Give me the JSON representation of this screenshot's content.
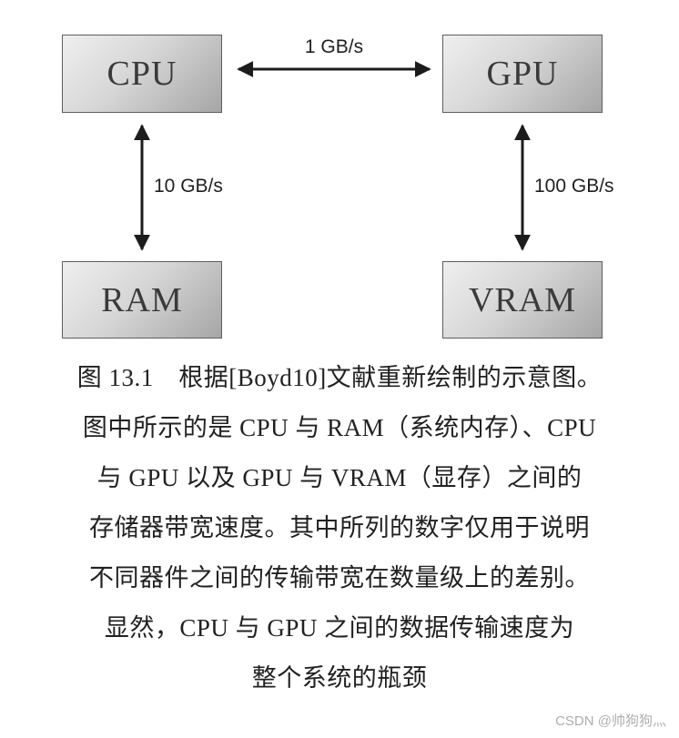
{
  "diagram": {
    "nodes": {
      "cpu": {
        "label": "CPU"
      },
      "gpu": {
        "label": "GPU"
      },
      "ram": {
        "label": "RAM"
      },
      "vram": {
        "label": "VRAM"
      }
    },
    "edges": {
      "cpu_gpu": {
        "label": "1 GB/s"
      },
      "cpu_ram": {
        "label": "10 GB/s"
      },
      "gpu_vram": {
        "label": "100 GB/s"
      }
    },
    "arrow_color": "#1c1c1c",
    "box_border_color": "#5e5e5e"
  },
  "caption": {
    "lines": [
      "图 13.1　根据[Boyd10]文献重新绘制的示意图。",
      "图中所示的是 CPU 与 RAM（系统内存）、CPU",
      "与 GPU 以及 GPU 与 VRAM（显存）之间的",
      "存储器带宽速度。其中所列的数字仅用于说明",
      "不同器件之间的传输带宽在数量级上的差别。",
      "显然，CPU 与 GPU 之间的数据传输速度为",
      "整个系统的瓶颈"
    ]
  },
  "watermark": {
    "text": "CSDN @帅狗狗灬"
  }
}
